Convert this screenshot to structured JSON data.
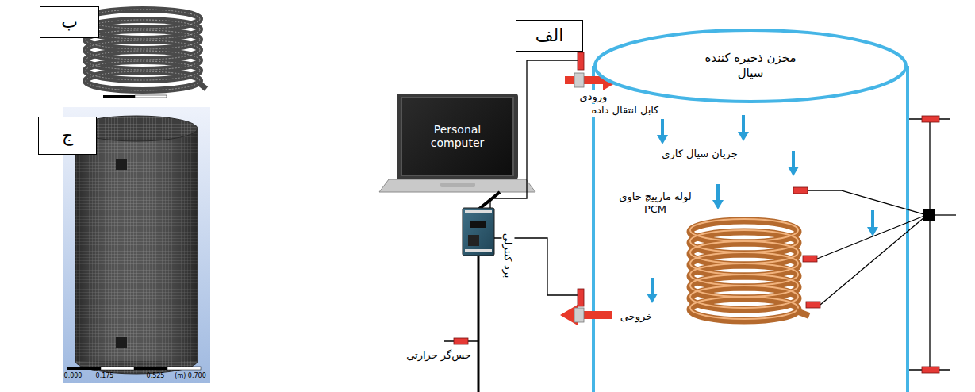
{
  "diagram": {
    "nodes": [
      {
        "text": [
          "ب"
        ]
      },
      {
        "text": [
          "ج"
        ]
      },
      {
        "text": [
          "الف"
        ]
      },
      {
        "text": [
          "مخزن ذخیره کننده سیال"
        ]
      },
      {
        "text": [
          "Personal computer"
        ]
      }
    ],
    "labels": [
      "ورودی",
      "کابل انتقال داده",
      "جریان سیال کاری",
      "لوله مارپیچ حاوی PCM",
      "برد کنترلی",
      "حس‌گر حرارتی",
      "خروجی",
      "0.000",
      "0.175",
      "0.525",
      "0.700 (m)"
    ]
  }
}
